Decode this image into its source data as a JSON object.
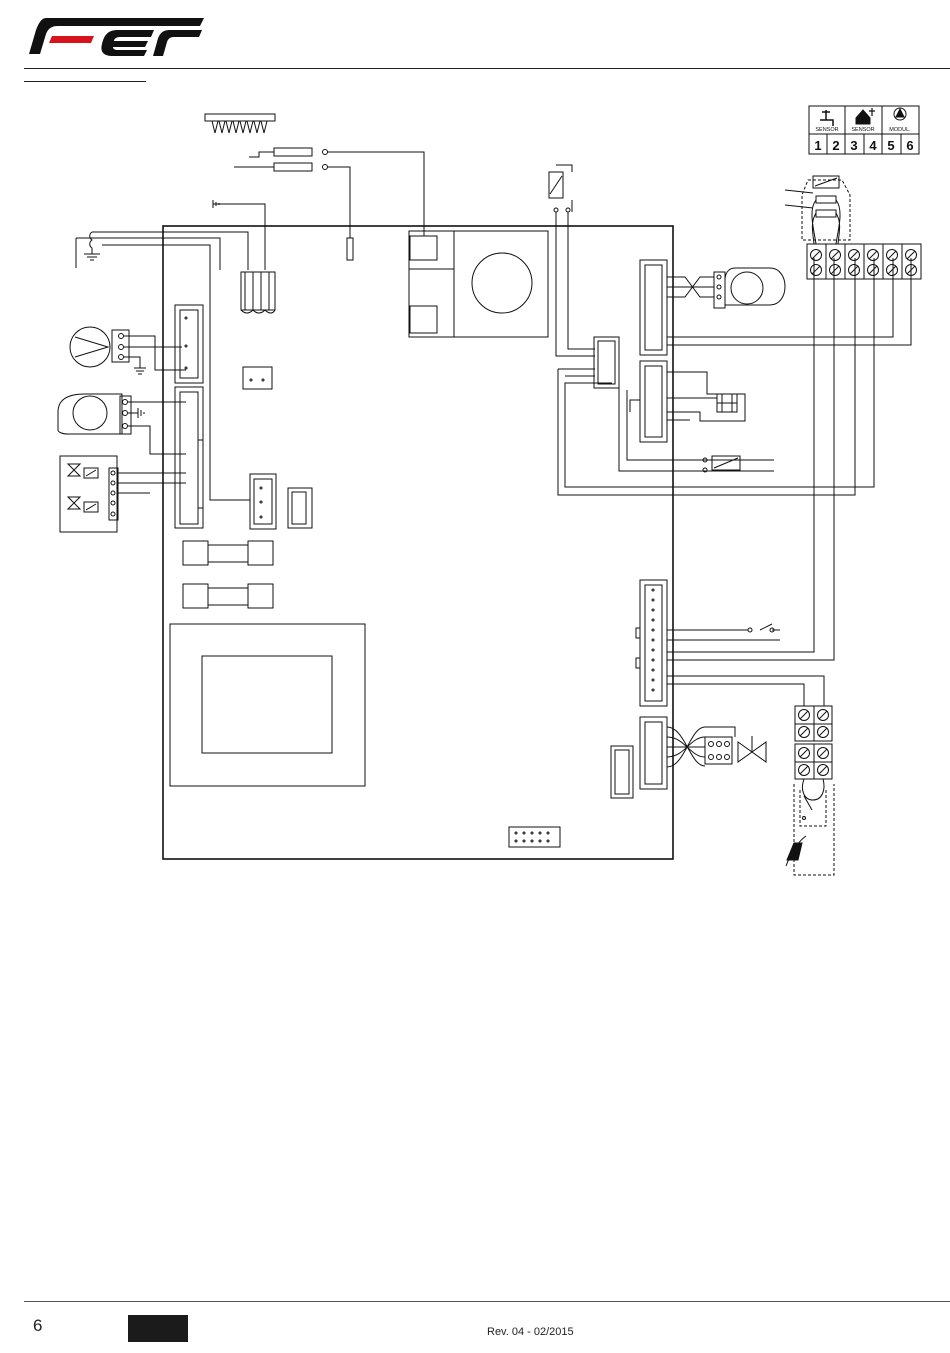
{
  "brand": {
    "logo_text": "Fer",
    "accent": "#d7141d",
    "ink": "#111111"
  },
  "terminal_legend": {
    "labels": [
      "SENSOR",
      "SENSOR",
      "MODUL."
    ],
    "numbers": [
      "1",
      "2",
      "3",
      "4",
      "5",
      "6"
    ]
  },
  "footer": {
    "page_number": "6",
    "revision": "Rev. 04 - 02/2015"
  }
}
